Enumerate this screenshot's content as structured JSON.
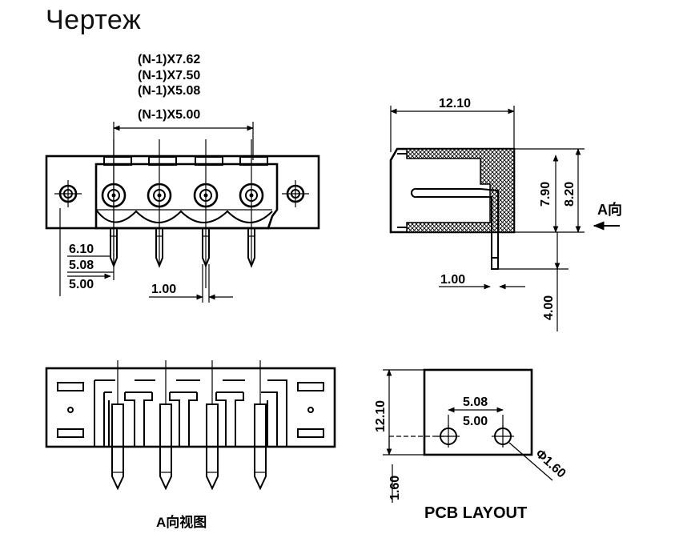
{
  "title": "Чертеж",
  "front_view": {
    "pitch_labels": [
      "(N-1)X7.62",
      "(N-1)X7.50",
      "(N-1)X5.08",
      "(N-1)X5.00"
    ],
    "left_dims": [
      "6.10",
      "5.08",
      "5.00"
    ],
    "pin_width": "1.00"
  },
  "side_view": {
    "depth": "12.10",
    "height_inner": "7.90",
    "height_outer": "8.20",
    "arrow_label": "A向",
    "pin_thickness": "1.00",
    "pin_length": "4.00"
  },
  "bottom_view": {
    "caption": "A向视图"
  },
  "pcb_layout": {
    "depth": "12.10",
    "offset": "1.60",
    "pitch_a": "5.08",
    "pitch_b": "5.00",
    "hole_dia": "Φ1.60",
    "caption": "PCB LAYOUT"
  }
}
